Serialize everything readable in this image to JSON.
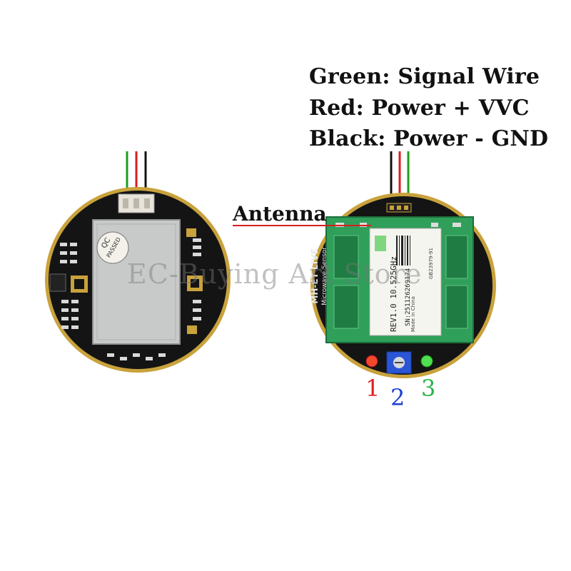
{
  "legend": {
    "green": "Green: Signal Wire",
    "red": "Red: Power + VVC",
    "black": "Black: Power - GND"
  },
  "antenna_label": "Antenna",
  "watermark": "EC-Buying Art Store",
  "left_board": {
    "qc_top": "QC",
    "qc_bottom": "PASSED"
  },
  "right_board": {
    "brand": "MH-ET LIVE",
    "model": "Microwave Sensor",
    "rev": "REV1.0 10.525GHz",
    "serial": "SN:251126269174",
    "made_in": "Made in China",
    "code": "GB23979-91"
  },
  "markers": {
    "one": "1",
    "two": "2",
    "three": "3"
  },
  "colors": {
    "wire_green": "#1aa01a",
    "wire_red": "#d81e1e",
    "wire_black": "#111111",
    "pcb": "#141414",
    "rim": "#c9a23c",
    "module": "#2f9f5a",
    "marker_1": "#e02020",
    "marker_2": "#1c3fd6",
    "marker_3": "#2ab54a"
  }
}
